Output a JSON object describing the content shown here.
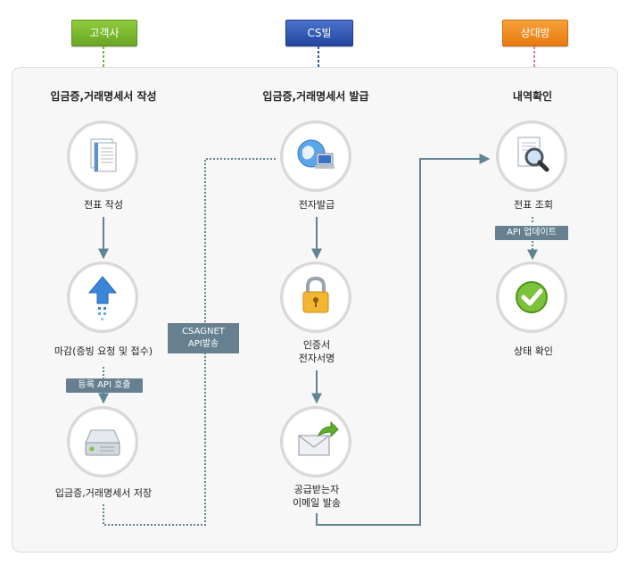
{
  "tags": {
    "customer": "고객사",
    "csbill": "CS빌",
    "counterpart": "상대방"
  },
  "columns": {
    "customer_title": "입금증,거래명세서 작성",
    "csbill_title": "입금증,거래명세서 발급",
    "counterpart_title": "내역확인"
  },
  "steps": {
    "write_slip": "전표 작성",
    "deadline": "마감(증빙 요청 및 접수)",
    "save": "입금증,거래명세서 저장",
    "e_issue": "전자발급",
    "cert_sign": "인증서\n전자서명",
    "email_send": "공급받는자\n이메일 발송",
    "slip_view": "전표 조회",
    "status_check": "상태 확인"
  },
  "badges": {
    "register_api": "등록 API 호출",
    "update_api": "API 업데이트",
    "csagnet": "CSAGNET\nAPI발송"
  },
  "colors": {
    "green": "#7cb82f",
    "blue": "#2f57b3",
    "orange": "#f08a1c",
    "flow": "#5e8591",
    "badge": "#66808f"
  },
  "icons": [
    "document-icon",
    "upload-arrow-icon",
    "hard-drive-icon",
    "globe-computer-icon",
    "padlock-icon",
    "envelope-send-icon",
    "magnifier-document-icon",
    "checkmark-icon"
  ]
}
